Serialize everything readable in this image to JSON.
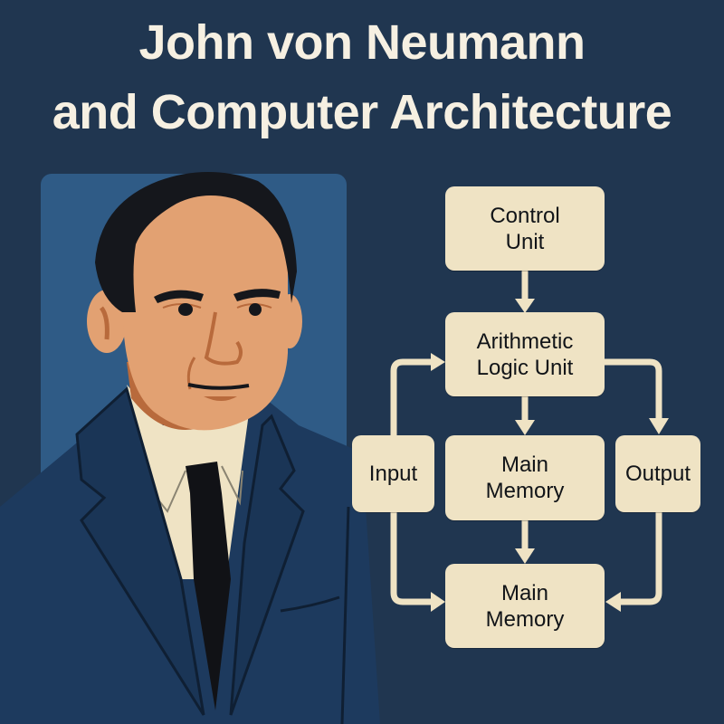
{
  "title": {
    "line1": "John von Neumann",
    "line2": "and Computer Architecture"
  },
  "portrait": {
    "subject": "John von Neumann illustrated portrait",
    "colors": {
      "panel": "#2f5b86",
      "suit": "#1d3a5e",
      "skin": "#e2a172",
      "hair": "#15171c",
      "shirt": "#efe3c4",
      "tie": "#111216"
    }
  },
  "diagram": {
    "boxes": [
      {
        "id": "control-unit",
        "line1": "Control",
        "line2": "Unit"
      },
      {
        "id": "alu",
        "line1": "Arithmetic",
        "line2": "Logic Unit"
      },
      {
        "id": "input",
        "line1": "Input",
        "line2": ""
      },
      {
        "id": "main-memory-middle",
        "line1": "Main",
        "line2": "Memory"
      },
      {
        "id": "output",
        "line1": "Output",
        "line2": ""
      },
      {
        "id": "main-memory-bottom",
        "line1": "Main",
        "line2": "Memory"
      }
    ],
    "connections": [
      {
        "from": "Control Unit",
        "to": "Arithmetic Logic Unit"
      },
      {
        "from": "Input",
        "to": "Arithmetic Logic Unit"
      },
      {
        "from": "Arithmetic Logic Unit",
        "to": "Main Memory (middle)"
      },
      {
        "from": "Arithmetic Logic Unit",
        "to": "Output"
      },
      {
        "from": "Main Memory (middle)",
        "to": "Main Memory (bottom)"
      },
      {
        "from": "Input",
        "to": "Main Memory (bottom)"
      },
      {
        "from": "Output",
        "to": "Main Memory (bottom)"
      }
    ],
    "colors": {
      "background": "#203650",
      "box_fill": "#efe3c4",
      "box_text": "#111418",
      "arrow": "#efe3c4",
      "title_text": "#f6f0e2"
    }
  }
}
